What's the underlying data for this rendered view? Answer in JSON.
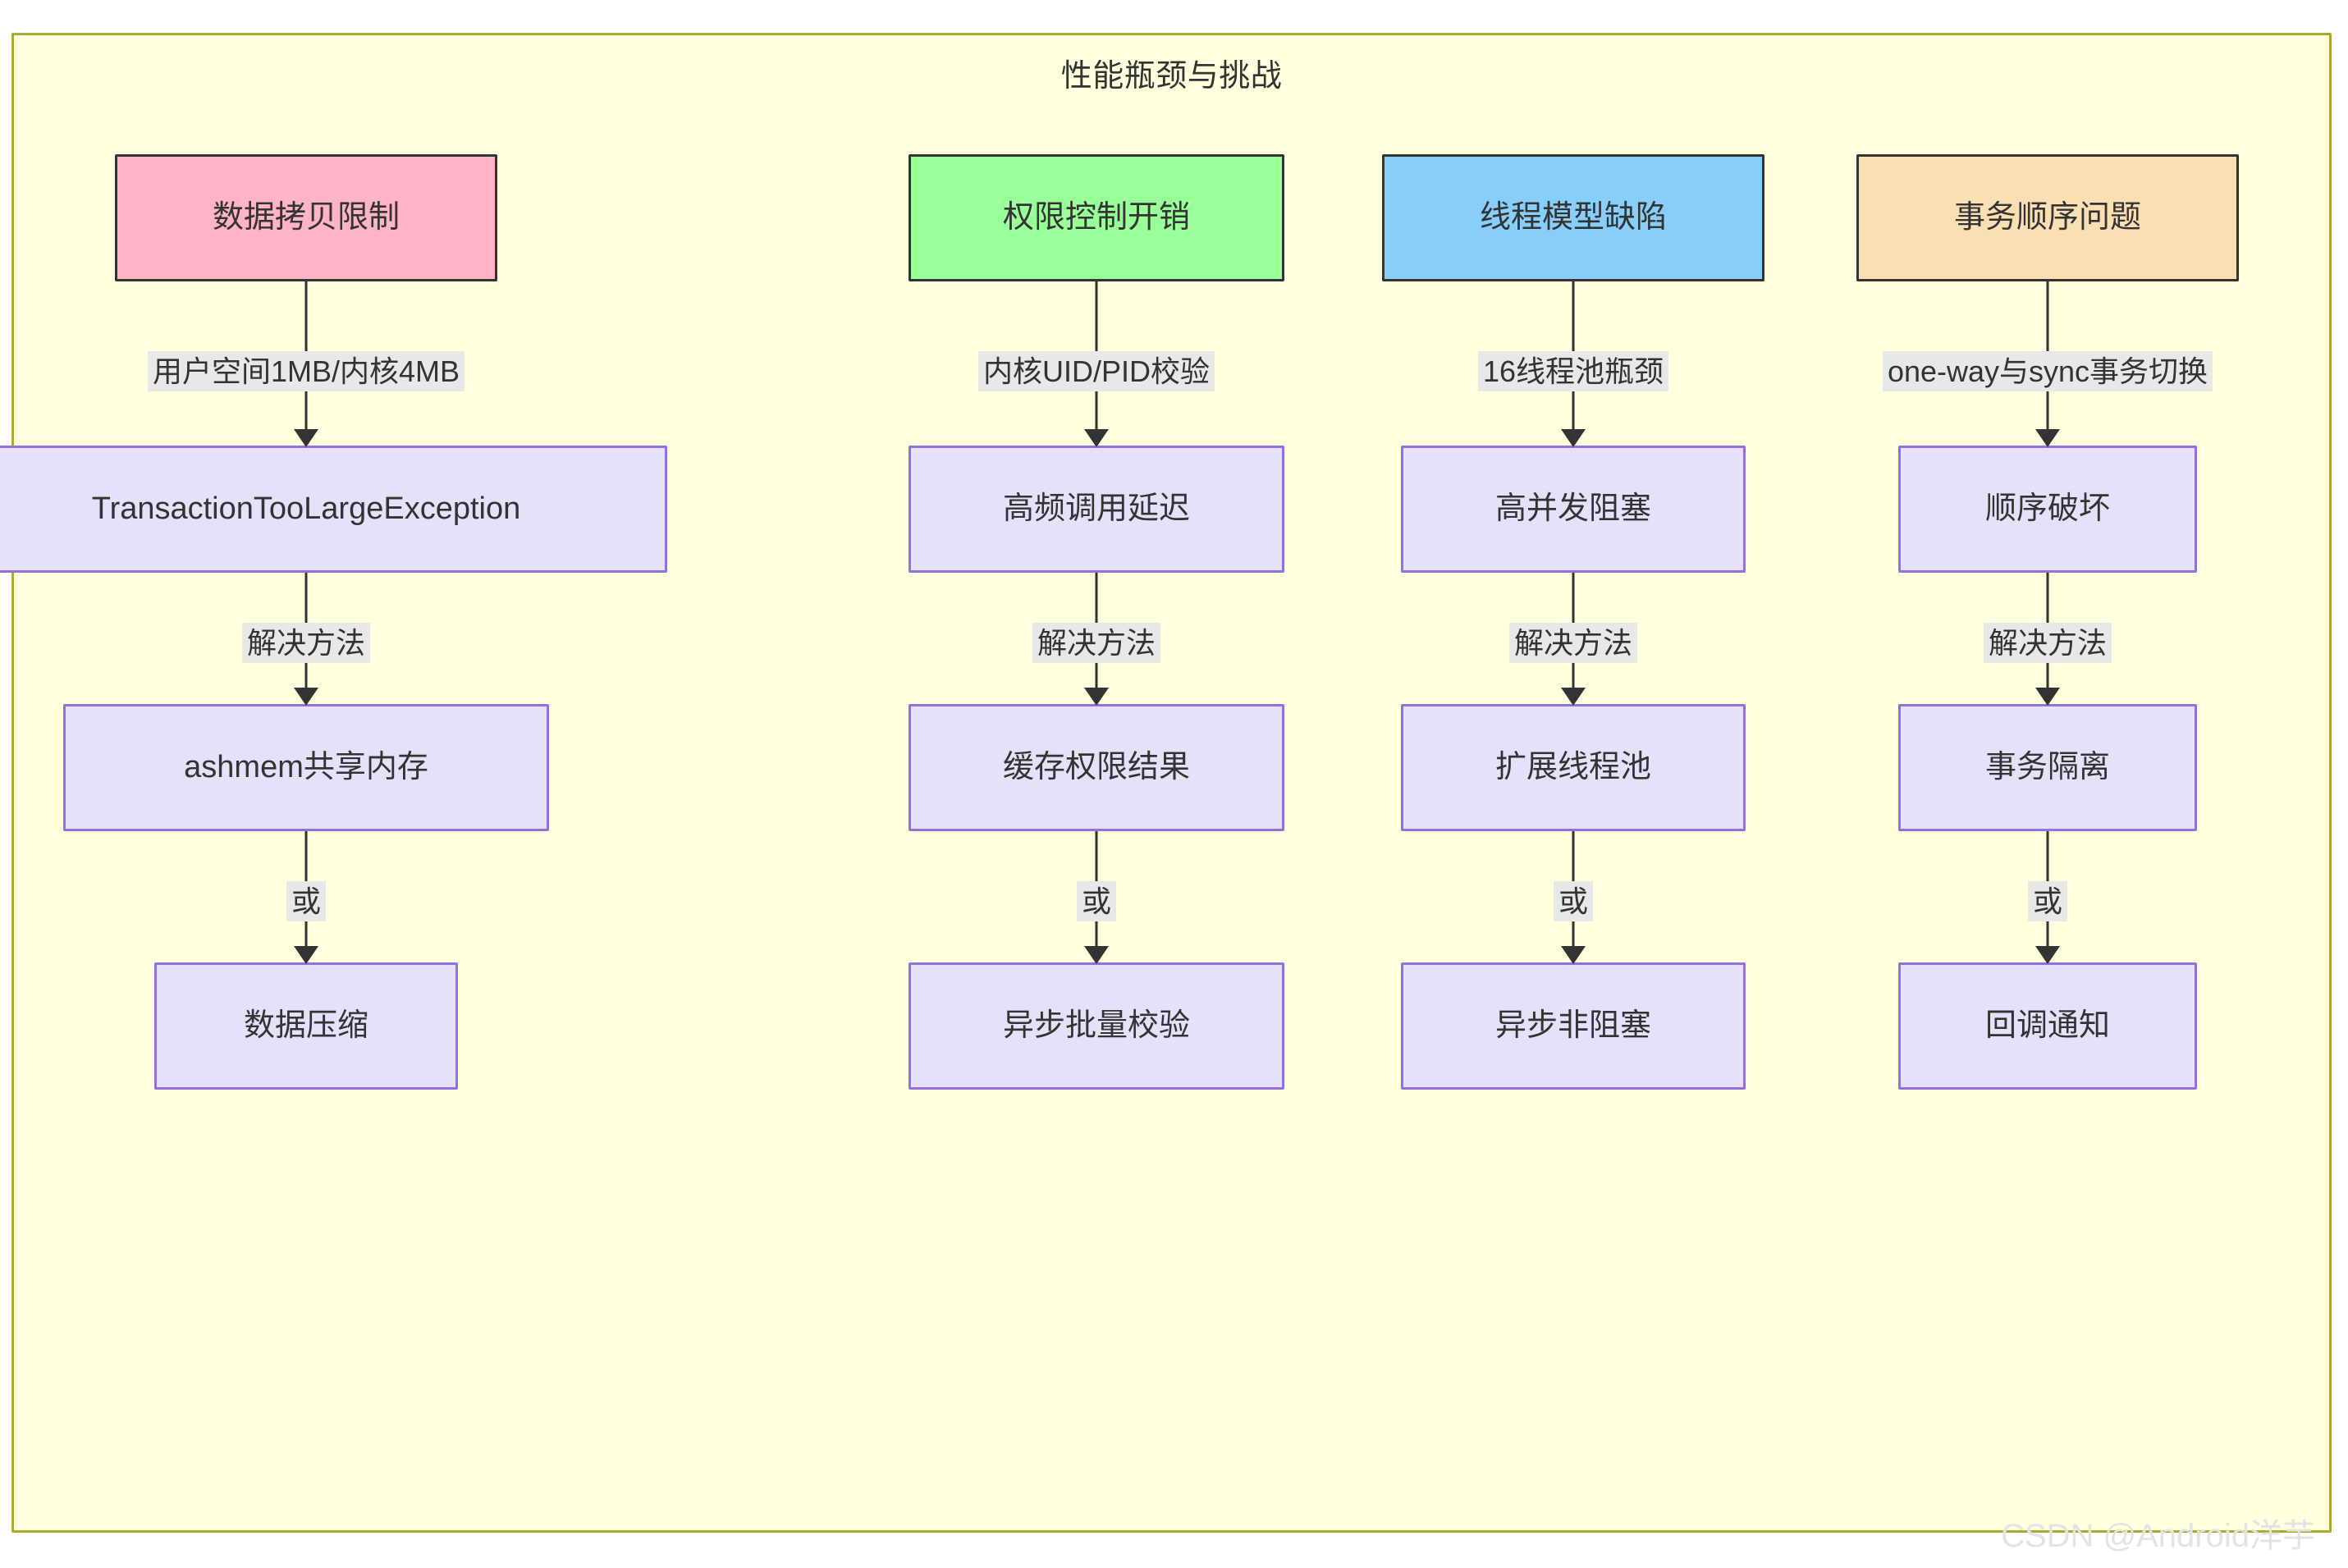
{
  "diagram": {
    "title": "性能瓶颈与挑战",
    "watermark": "CSDN @Android洋芋",
    "colors": {
      "canvas_background": "#ffffff",
      "subgraph_background": "#ffffde",
      "subgraph_border": "#aaaa33",
      "step_fill": "#e6e1fa",
      "step_border": "#9370db",
      "edge_stroke": "#333333",
      "edge_label_background": "#e8e8e8",
      "root_pink": "#ffb3c6",
      "root_green": "#99ff99",
      "root_blue": "#87cefa",
      "root_orange": "#fadfb3"
    },
    "columns": [
      {
        "root": {
          "label": "数据拷贝限制",
          "fill_class": "fill-pink"
        },
        "edges": [
          {
            "label": "用户空间1MB/内核4MB"
          },
          {
            "label": "解决方法"
          },
          {
            "label": "或"
          }
        ],
        "steps": [
          {
            "label": "TransactionTooLargeException"
          },
          {
            "label": "ashmem共享内存"
          },
          {
            "label": "数据压缩"
          }
        ]
      },
      {
        "root": {
          "label": "权限控制开销",
          "fill_class": "fill-green"
        },
        "edges": [
          {
            "label": "内核UID/PID校验"
          },
          {
            "label": "解决方法"
          },
          {
            "label": "或"
          }
        ],
        "steps": [
          {
            "label": "高频调用延迟"
          },
          {
            "label": "缓存权限结果"
          },
          {
            "label": "异步批量校验"
          }
        ]
      },
      {
        "root": {
          "label": "线程模型缺陷",
          "fill_class": "fill-blue"
        },
        "edges": [
          {
            "label": "16线程池瓶颈"
          },
          {
            "label": "解决方法"
          },
          {
            "label": "或"
          }
        ],
        "steps": [
          {
            "label": "高并发阻塞"
          },
          {
            "label": "扩展线程池"
          },
          {
            "label": "异步非阻塞"
          }
        ]
      },
      {
        "root": {
          "label": "事务顺序问题",
          "fill_class": "fill-orange"
        },
        "edges": [
          {
            "label": "one-way与sync事务切换"
          },
          {
            "label": "解决方法"
          },
          {
            "label": "或"
          }
        ],
        "steps": [
          {
            "label": "顺序破坏"
          },
          {
            "label": "事务隔离"
          },
          {
            "label": "回调通知"
          }
        ]
      }
    ]
  }
}
